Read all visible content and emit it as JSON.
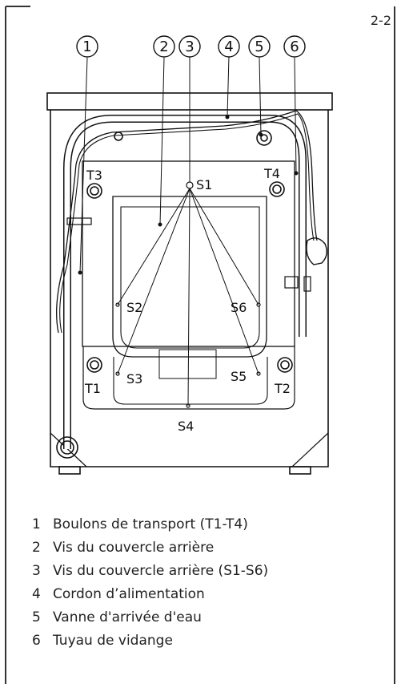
{
  "page_id": "2-2",
  "callouts": [
    "1",
    "2",
    "3",
    "4",
    "5",
    "6"
  ],
  "labels": {
    "T1": "T1",
    "T2": "T2",
    "T3": "T3",
    "T4": "T4",
    "S1": "S1",
    "S2": "S2",
    "S3": "S3",
    "S4": "S4",
    "S5": "S5",
    "S6": "S6"
  },
  "legend": [
    {
      "num": "1",
      "text": "Boulons de transport (T1-T4)"
    },
    {
      "num": "2",
      "text": "Vis du couvercle arrière"
    },
    {
      "num": "3",
      "text": "Vis du couvercle arrière (S1-S6)"
    },
    {
      "num": "4",
      "text": "Cordon d’alimentation"
    },
    {
      "num": "5",
      "text": "Vanne d'arrivée d'eau"
    },
    {
      "num": "6",
      "text": "Tuyau de vidange"
    }
  ]
}
